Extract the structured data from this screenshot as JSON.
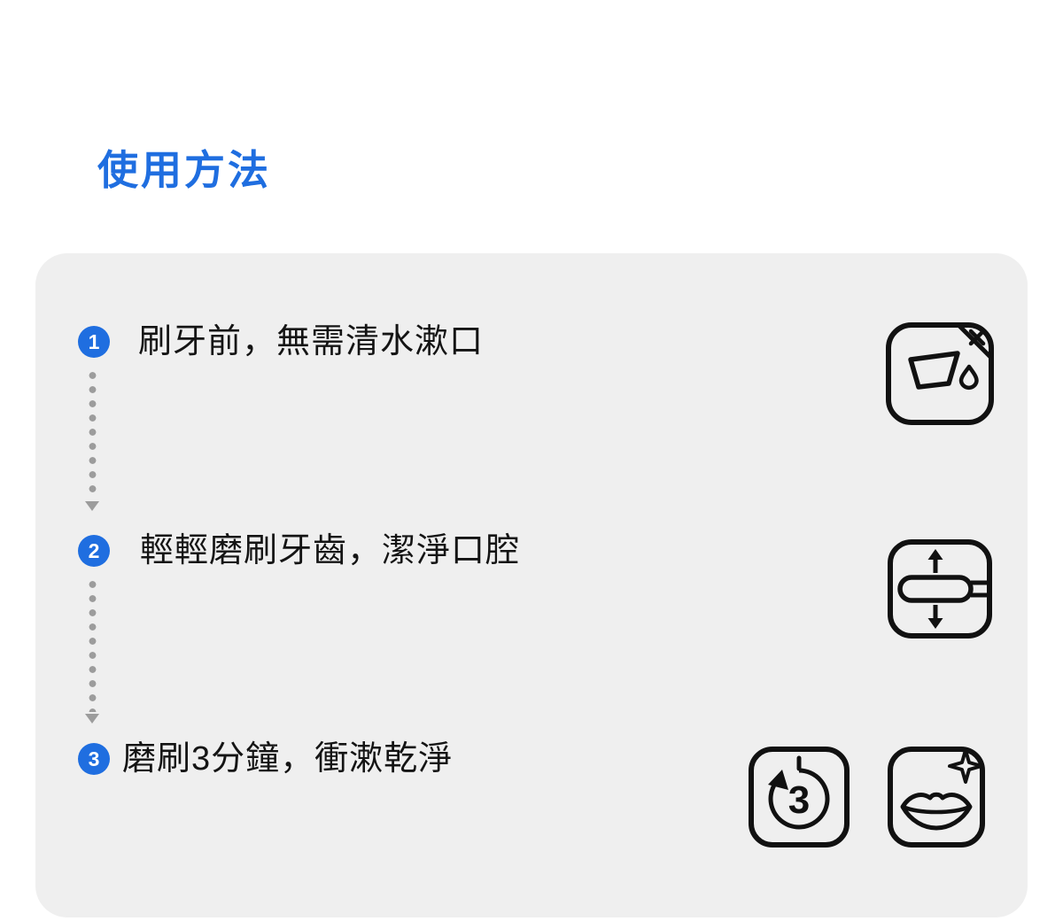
{
  "header": {
    "title": "使用方法"
  },
  "card": {
    "steps": [
      {
        "number": "1",
        "text": "刷牙前，無需清水漱口",
        "icons": [
          "no-rinse-cup-icon"
        ]
      },
      {
        "number": "2",
        "text": "輕輕磨刷牙齒，潔淨口腔",
        "icons": [
          "brush-vertical-motion-icon"
        ]
      },
      {
        "number": "3",
        "text": "磨刷3分鐘，衝漱乾淨",
        "icons": [
          "timer-3-minutes-icon",
          "clean-mouth-icon"
        ]
      }
    ],
    "timer_digit": "3",
    "connector_style": "dotted-down-arrow"
  },
  "colors": {
    "accent_blue": "#1f6ee0",
    "card_background": "#efefef",
    "step_text": "#141414",
    "connector_gray": "#9c9c9c",
    "icon_stroke": "#111111"
  }
}
